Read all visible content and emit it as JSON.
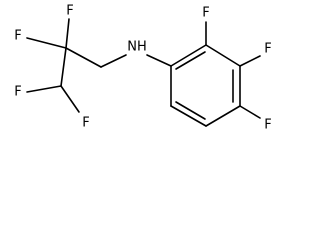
{
  "molecule": {
    "atoms": {
      "f_top_left": "F",
      "f_top": "F",
      "f_left_bottom": "F",
      "f_bottom": "F",
      "nh": "NH",
      "f_ring_top": "F",
      "f_ring_right": "F",
      "f_ring_bottom": "F"
    },
    "colors": {
      "bond": "#000000",
      "label": "#000000",
      "background": "#ffffff"
    }
  }
}
